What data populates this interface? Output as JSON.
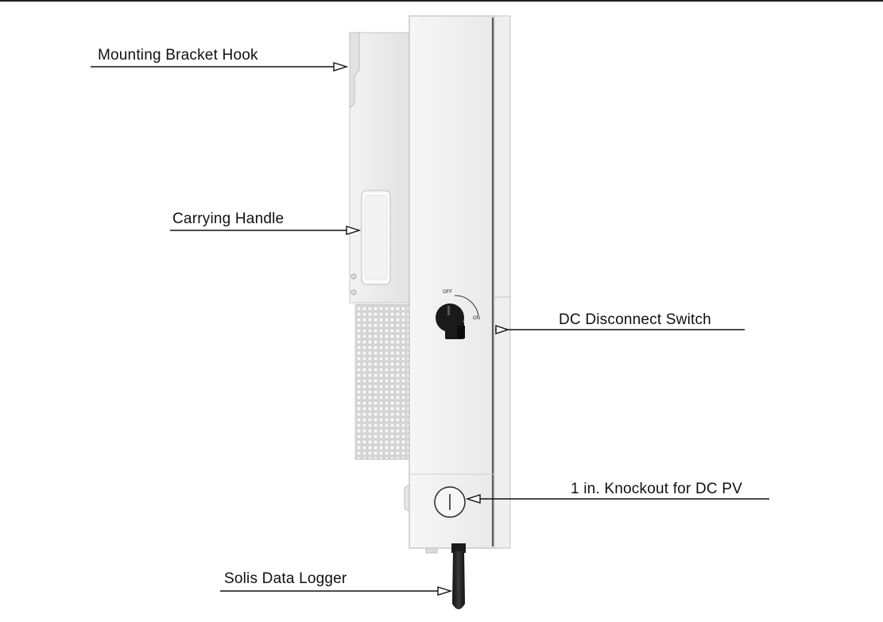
{
  "callouts": {
    "mounting_bracket_hook": "Mounting Bracket Hook",
    "carrying_handle": "Carrying Handle",
    "dc_disconnect_switch": "DC Disconnect Switch",
    "knockout_dc_pv": "1 in. Knockout for DC PV",
    "solis_data_logger": "Solis Data Logger"
  },
  "switch_dial": {
    "off": "OFF",
    "on": "ON"
  },
  "colors": {
    "line": "#111111",
    "housing": "#ededed",
    "housing_edge": "#bdbdbd",
    "knob": "#1a1a1a"
  }
}
